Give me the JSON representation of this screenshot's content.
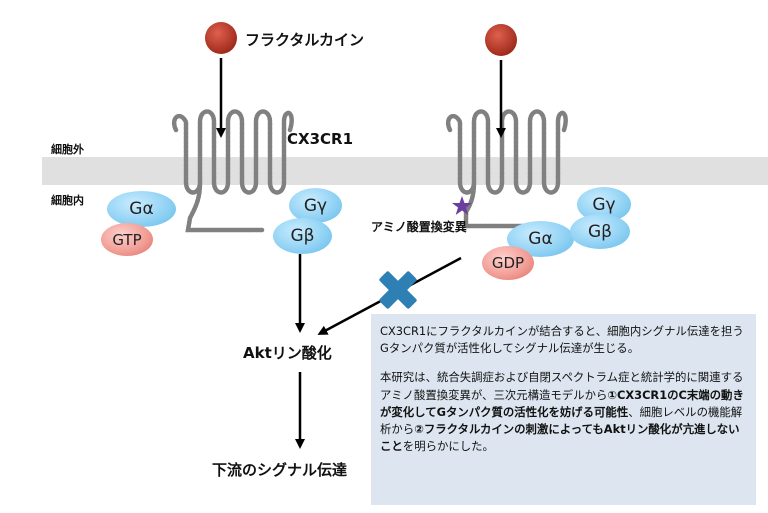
{
  "labels": {
    "ligand": "フラクタルカイン",
    "receptor": "CX3CR1",
    "outside": "細胞外",
    "inside": "細胞内",
    "mutation": "アミノ酸置換変異",
    "akt": "Aktリン酸化",
    "downstream": "下流のシグナル伝達"
  },
  "proteins": {
    "galpha_left": "Gα",
    "gtp": "GTP",
    "ggamma_left": "Gγ",
    "gbeta_left": "Gβ",
    "galpha_right": "Gα",
    "gdp": "GDP",
    "ggamma_right": "Gγ",
    "gbeta_right": "Gβ"
  },
  "note": {
    "p1": "CX3CR1にフラクタルカインが結合すると、細胞内シグナル伝達を担うGタンパク質が活性化してシグナル伝達が生じる。",
    "p2_a": "本研究は、統合失調症および自閉スペクトラム症と統計学的に関連するアミノ酸置換変異が、三次元構造モデルから",
    "p2_b": "①CX3CR1のC末端の動きが変化してGタンパク質の活性化を妨げる可能性",
    "p2_c": "、細胞レベルの機能解析から",
    "p2_d": "②フラクタルカインの刺激によってもAktリン酸化が亢進しないこと",
    "p2_e": "を明らかにした。"
  },
  "colors": {
    "membrane": "#e0e0e0",
    "receptor": "#808080",
    "ligand": "#c23b2a",
    "cross": "#2e7fb4",
    "mutation_star": "#6b3fa0",
    "note_bg": "#dde6f0"
  }
}
